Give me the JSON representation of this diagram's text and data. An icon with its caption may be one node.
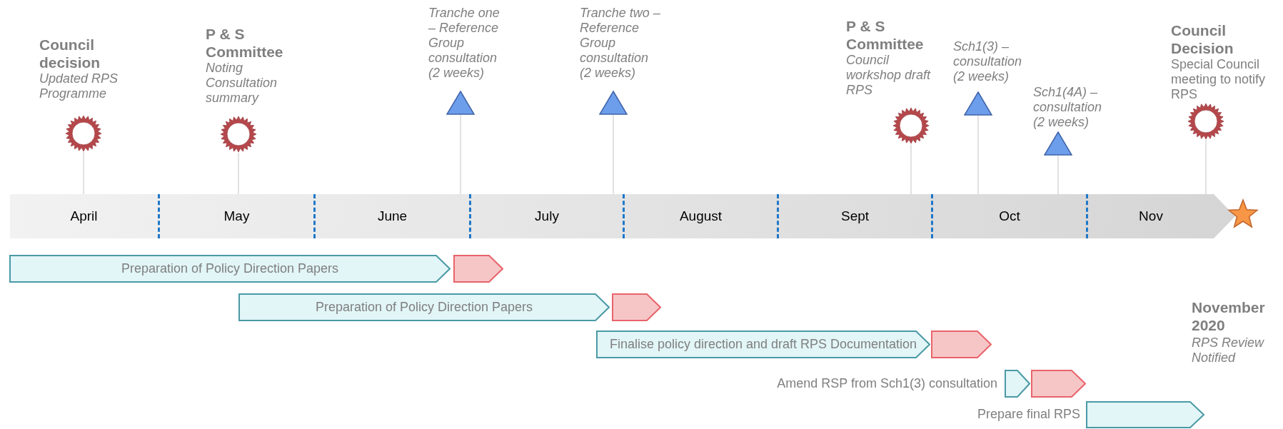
{
  "diagram": {
    "nodes": [
      {
        "text": [
          "Council decision",
          "Updated RPS Programme"
        ]
      },
      {
        "text": [
          "P & S Committee",
          "Noting Consultation summary"
        ]
      },
      {
        "text": [
          "Tranche one – Reference Group consultation (2 weeks)"
        ]
      },
      {
        "text": [
          "Tranche two – Reference Group consultation (2 weeks)"
        ]
      },
      {
        "text": [
          "P & S Committee",
          "Council workshop draft RPS"
        ]
      },
      {
        "text": [
          "Sch1(3) – consultation (2 weeks)"
        ]
      },
      {
        "text": [
          "Sch1(4A) – consultation (2 weeks)"
        ]
      },
      {
        "text": [
          "Council Decision",
          "Special Council meeting to notify RPS"
        ]
      },
      {
        "text": [],
        "shape": "arrow"
      },
      {
        "text": [
          "April"
        ],
        "in": 8
      },
      {
        "text": [
          "May"
        ],
        "in": 8
      },
      {
        "text": [
          "June"
        ],
        "in": 8
      },
      {
        "text": [
          "July"
        ],
        "in": 8
      },
      {
        "text": [
          "August"
        ],
        "in": 8
      },
      {
        "text": [
          "Sept"
        ],
        "in": 8
      },
      {
        "text": [
          "Oct"
        ],
        "in": 8
      },
      {
        "text": [
          "Nov"
        ],
        "in": 8
      },
      {
        "text": [],
        "shape": "star",
        "beside": [
          "November 2020",
          "RPS Review Notified"
        ]
      },
      {
        "text": [
          "Preparation of Policy Direction Papers"
        ]
      },
      {
        "text": [],
        "shape": "chevron"
      },
      {
        "text": [
          "Preparation of Policy Direction Papers"
        ]
      },
      {
        "text": [],
        "shape": "chevron"
      },
      {
        "text": [
          "Finalise policy direction and draft RPS Documentation"
        ]
      },
      {
        "text": [],
        "shape": "chevron"
      },
      {
        "text": [],
        "shape": "chevron",
        "beside": [
          "Amend RSP from Sch1(3) consultation"
        ]
      },
      {
        "text": [],
        "shape": "chevron"
      },
      {
        "text": [],
        "shape": "chevron",
        "beside": [
          "Prepare final RPS"
        ]
      }
    ],
    "edges": [
      {
        "from": 0,
        "to": 9,
        "arrow": "none"
      },
      {
        "from": 1,
        "to": 10,
        "arrow": "none"
      },
      {
        "from": 2,
        "to": 11,
        "arrow": "none"
      },
      {
        "from": 3,
        "to": 12,
        "arrow": "none"
      },
      {
        "from": 4,
        "to": 14,
        "arrow": "none"
      },
      {
        "from": 5,
        "to": 15,
        "arrow": "none"
      },
      {
        "from": 6,
        "to": 15,
        "arrow": "none"
      },
      {
        "from": 7,
        "to": 16,
        "arrow": "none"
      }
    ]
  }
}
